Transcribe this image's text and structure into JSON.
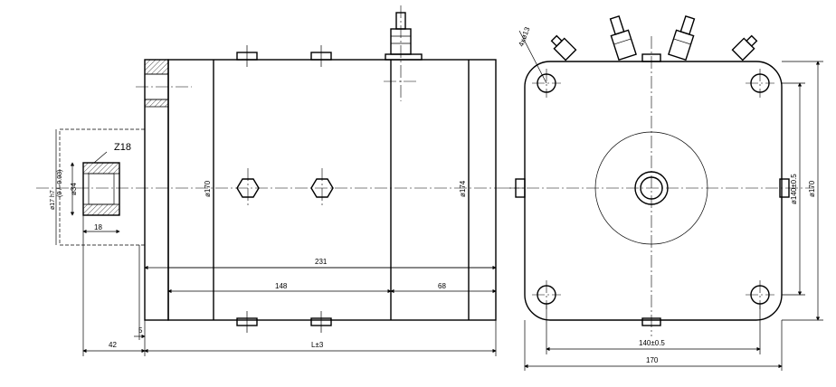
{
  "labels": {
    "shaft_spline": "Z18",
    "shaft_fit": "ø17 h7",
    "shaft_tolerance": "(0 / -0.03)",
    "shaft_d34": "ø34",
    "shaft_len18": "18",
    "body_d170": "ø170",
    "body_d174": "ø174",
    "total_231": "231",
    "len_148": "148",
    "len_68": "68",
    "len_5": "5",
    "len_42": "42",
    "len_L": "L±3",
    "holes_4xd13": "4xø13",
    "side_d170": "ø170",
    "side_d140": "ø140±0.5",
    "bottom_140": "140±0.5",
    "bottom_170": "170"
  }
}
